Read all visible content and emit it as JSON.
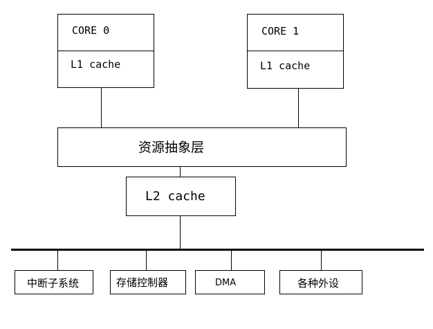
{
  "core0": {
    "name": "CORE 0",
    "cache": "L1 cache"
  },
  "core1": {
    "name": "CORE 1",
    "cache": "L1 cache"
  },
  "abstraction_layer": {
    "label": "资源抽象层"
  },
  "l2": {
    "label": "L2 cache"
  },
  "peripherals": [
    {
      "label": "中断子系统"
    },
    {
      "label": "存储控制器"
    },
    {
      "label": "DMA"
    },
    {
      "label": "各种外设"
    }
  ]
}
